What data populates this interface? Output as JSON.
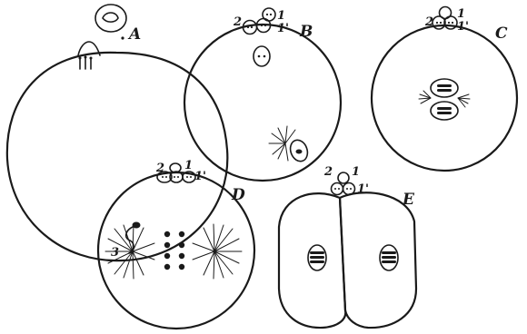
{
  "labels": {
    "A": "A",
    "B": "B",
    "C": "C",
    "D": "D",
    "E": "E",
    "pb2": "2",
    "pb1": "1",
    "pb1p": "1'",
    "sperm3": "3"
  }
}
